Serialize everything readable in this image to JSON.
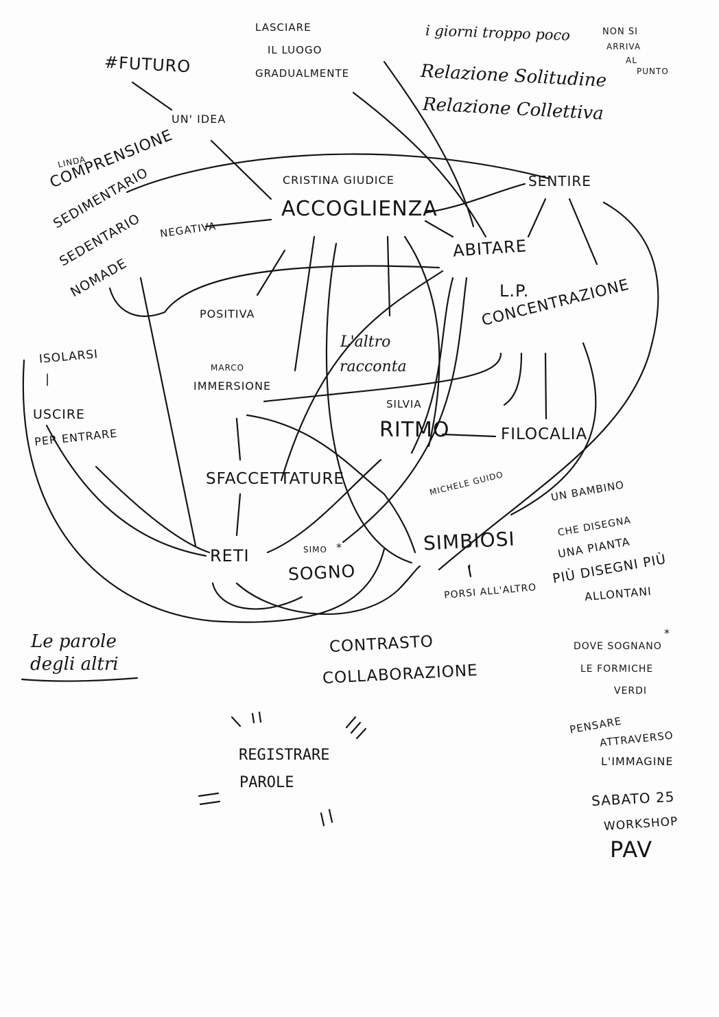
{
  "words": {
    "futuro": "#FUTURO",
    "un_idea": "UN' IDEA",
    "lasciare": "LASCIARE",
    "il_luogo": "IL LUOGO",
    "gradualmente": "GRADUALMENTE",
    "note1": "i giorni troppo poco",
    "non_si": "NON SI",
    "arriva": "ARRIVA",
    "al": "AL",
    "punto": "PUNTO",
    "rel_solitudine": "Relazione Solitudine",
    "rel_collettiva": "Relazione Collettiva",
    "linda": "LINDA",
    "comprensione": "COMPRENSIONE",
    "sedimentario": "SEDIMENTARIO",
    "sedentario": "SEDENTARIO",
    "nomade": "NOMADE",
    "negativa": "NEGATIVA",
    "cristina": "CRISTINA GIUDICE",
    "accoglienza": "ACCOGLIENZA",
    "sentire": "SENTIRE",
    "abitare": "ABITARE",
    "lp": "L.P.",
    "concentrazione": "CONCENTRAZIONE",
    "positiva": "POSITIVA",
    "laltro": "L'altro",
    "racconta": "racconta",
    "marco": "MARCO",
    "immersione": "IMMERSIONE",
    "isolarsi": "ISOLARSI",
    "uscire": "USCIRE",
    "per_entrare": "PER ENTRARE",
    "silvia": "SILVIA",
    "ritmo": "RITMO",
    "filocalia": "FILOCALIA",
    "sfaccettature": "SFACCETTATURE",
    "michele_guido": "MICHELE GUIDO",
    "simbiosi": "SIMBIOSI",
    "un_bambino": "UN BAMBINO",
    "che_disegna": "CHE DISEGNA",
    "una_pianta": "UNA PIANTA",
    "piu_disegni": "PIÙ DISEGNI PIÙ",
    "allontani": "ALLONTANI",
    "reti": "RETI",
    "simo": "SIMO",
    "sogno": "SOGNO",
    "porsi": "PORSI ALL'ALTRO",
    "parole_1": "Le parole",
    "parole_2": "degli altri",
    "contrasto": "CONTRASTO",
    "collaborazione": "COLLABORAZIONE",
    "dove_sognano": "DOVE SOGNANO",
    "le_formiche": "LE FORMICHE",
    "verdi": "VERDI",
    "pensare": "PENSARE",
    "attraverso": "ATTRAVERSO",
    "limmagine": "L'IMMAGINE",
    "registrare": "REGISTRARE",
    "parole": "PAROLE",
    "sabato": "SABATO 25",
    "workshop": "WORKSHOP",
    "pav": "PAV"
  },
  "colors": {
    "ink": "#141414",
    "paper": "#fdfdfd"
  }
}
